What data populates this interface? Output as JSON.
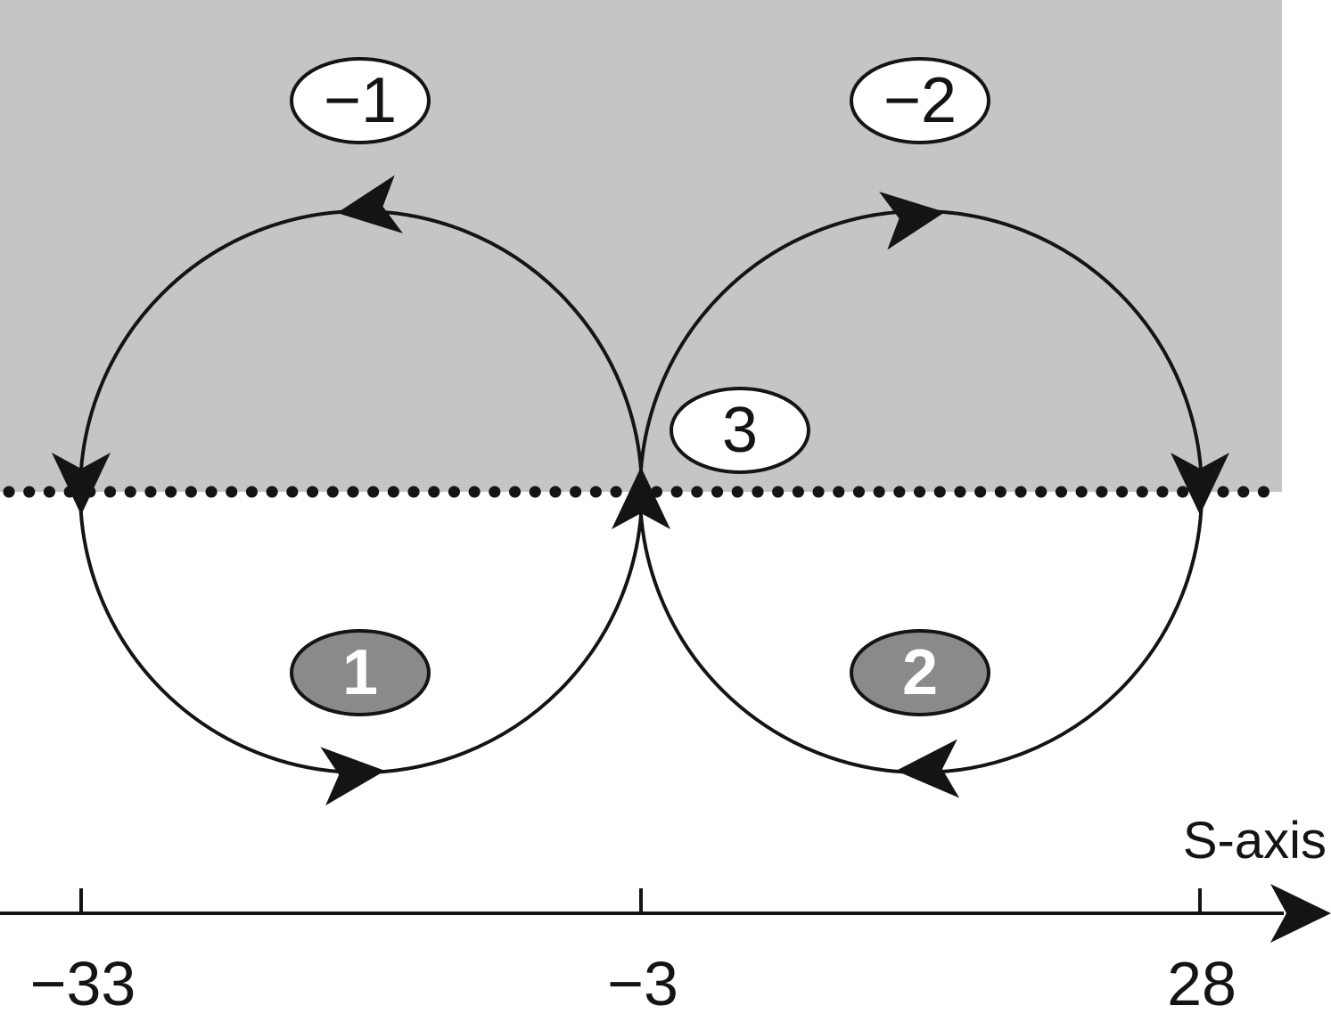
{
  "colors": {
    "shaded_region": "#c5c5c5",
    "line": "#141414",
    "badge_light_fill": "#ffffff",
    "badge_dark_fill": "#8a8a8a",
    "background": "#ffffff"
  },
  "badges": {
    "top_left": "−1",
    "top_right": "−2",
    "center": "3",
    "bottom_left": "1",
    "bottom_right": "2"
  },
  "axis": {
    "name": "S-axis",
    "ticks": [
      "−33",
      "−3",
      "28"
    ]
  }
}
